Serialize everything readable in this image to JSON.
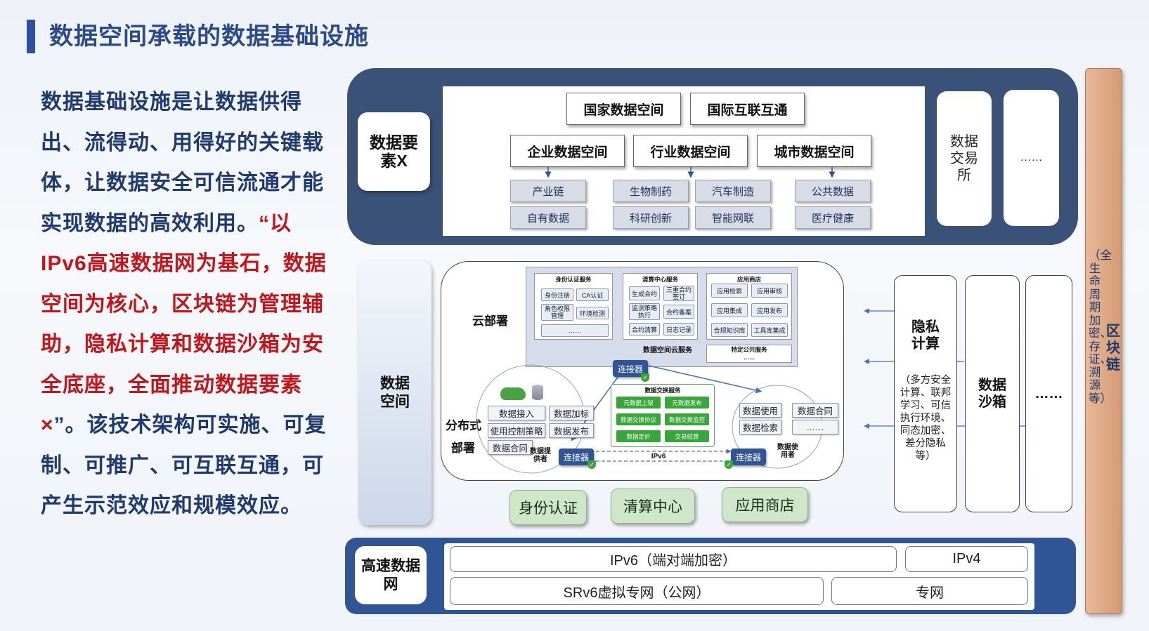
{
  "header": {
    "title": "数据空间承载的数据基础设施"
  },
  "intro": {
    "p1": "数据基础设施是让数据供得出、流得动、用得好的关键载体，让数据安全可信流通才能实现数据的高效利用。",
    "p2": "“以IPv6高速数据网为基石，数据空间为核心，区块链为管理辅助，隐私计算和数据沙箱为安全底座，全面推动数据要素×",
    "p3": "”。该技术架构可实施、可复制、可推广、可互联互通，可产生示范效应和规模效应。"
  },
  "top_band": {
    "label": "数据要素X",
    "row1": [
      "国家数据空间",
      "国际互联互通"
    ],
    "row2": [
      "企业数据空间",
      "行业数据空间",
      "城市数据空间"
    ],
    "enterprise_items": [
      "产业链",
      "自有数据"
    ],
    "industry_items": [
      "生物制药",
      "汽车制造",
      "科研创新",
      "智能网联"
    ],
    "city_items": [
      "公共数据",
      "医疗健康"
    ],
    "exchange": "数据交易所",
    "more": "……"
  },
  "middle": {
    "label": "数据空间",
    "cloud_label": "云部署",
    "dist_label_1": "分布式",
    "dist_label_2": "部署",
    "cloud": {
      "auth_title": "身份认证服务",
      "auth_items": [
        "身份注册",
        "CA认证",
        "角色权限管理",
        "环境检测",
        "……"
      ],
      "clear_title": "清算中心服务",
      "clear_items": [
        "生成合约",
        "三重合约签订",
        "监测策略执行",
        "合约备案",
        "合约清算",
        "日志记录"
      ],
      "store_title": "应用商店",
      "store_items": [
        "应用检索",
        "应用审核",
        "应用集成",
        "应用发布",
        "合规知识库",
        "工具库集成"
      ],
      "footer": "数据空间云服务",
      "special_title": "特定公共服务",
      "special_more": "……"
    },
    "connector": "连接器",
    "exchange_title": "数据交换服务",
    "exchange_items": [
      "元数据上架",
      "元数据发布",
      "数据交换协议",
      "数据交换监控",
      "数据定价",
      "交易结算"
    ],
    "provider_items": [
      "数据接入",
      "数据加标",
      "使用控制策略",
      "数据发布",
      "数据合同"
    ],
    "provider_label": "数据提供者",
    "consumer_items": [
      "数据使用",
      "数据合同",
      "数据检索",
      "……"
    ],
    "consumer_label": "数据使用者",
    "ipv6": "IPv6",
    "buttons": [
      "身份认证",
      "清算中心",
      "应用商店"
    ]
  },
  "security": {
    "privacy_title": "隐私计算",
    "privacy_detail": "（多方安全计算、联邦学习、可信执行环境、同态加密、差分隐私等）",
    "sandbox": "数据沙箱",
    "more": "……"
  },
  "blockchain": {
    "title": "区块链",
    "detail": "（全生命周期加密、存证、溯源等）"
  },
  "network": {
    "label": "高速数据网",
    "ipv6": "IPv6（端对端加密）",
    "ipv4": "IPv4",
    "srv6": "SRv6虚拟专网（公网）",
    "private": "专网"
  },
  "colors": {
    "navy": "#2f4f7a",
    "blue": "#2f5597",
    "red": "#c0161c",
    "blockchain": "#dca37e",
    "green": "#39a639"
  }
}
